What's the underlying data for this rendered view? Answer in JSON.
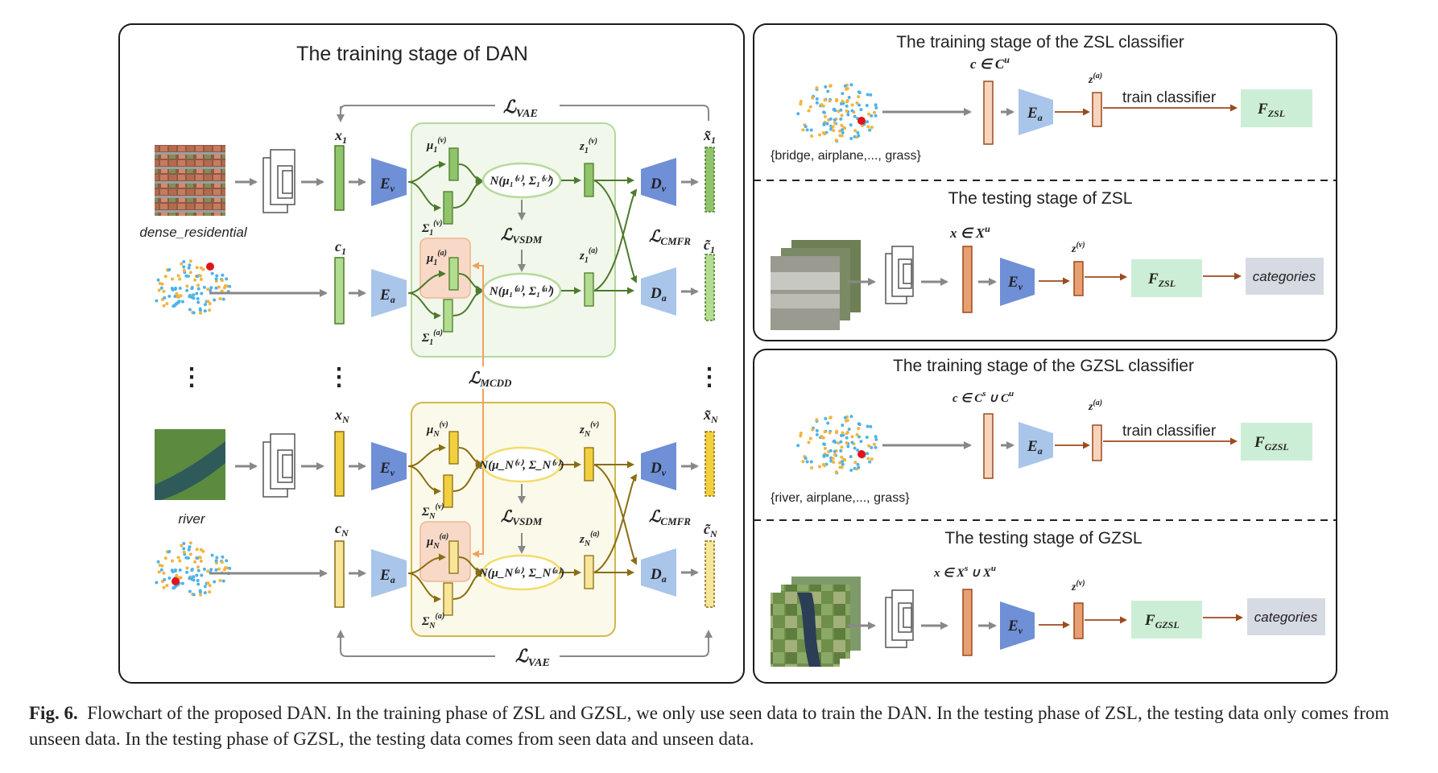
{
  "left_panel": {
    "title": "The training stage of  DAN",
    "loss_vae_top": "ℒ",
    "loss_vae_top_sub": "VAE",
    "loss_vae_bottom": "ℒ",
    "loss_vae_bottom_sub": "VAE",
    "loss_mcdd": "ℒ",
    "loss_mcdd_sub": "MCDD",
    "loss_vsdm": "ℒ",
    "loss_vsdm_sub": "VSDM",
    "loss_cmfr": "ℒ",
    "loss_cmfr_sub": "CMFR",
    "label_dense": "dense_residential",
    "label_river": "river",
    "enc_v": "E",
    "enc_v_sub": "v",
    "enc_a": "E",
    "enc_a_sub": "a",
    "dec_v": "D",
    "dec_v_sub": "v",
    "dec_a": "D",
    "dec_a_sub": "a",
    "x1": "x",
    "x1_sub": "1",
    "c1": "c",
    "c1_sub": "1",
    "xN": "x",
    "xN_sub": "N",
    "cN": "c",
    "cN_sub": "N",
    "x1_hat": "x̃",
    "c1_hat": "c̃",
    "xN_hat": "x̃",
    "cN_hat": "c̃",
    "mu_v": "μ",
    "mu_a": "μ",
    "sigma": "Σ",
    "z": "z",
    "normal": "N",
    "vdots": "⋮"
  },
  "zsl_panel": {
    "train_title": "The training stage of the ZSL classifier",
    "train_input_label": "c ∈ C",
    "train_input_sup": "u",
    "z_label": "z",
    "z_sup_a": "(a)",
    "z_sup_v": "(v)",
    "train_classifier": "train classifier",
    "f_label": "F",
    "f_sub": "ZSL",
    "classes": "{bridge, airplane,..., grass}",
    "test_title": "The testing stage of ZSL",
    "test_input_label": "x ∈ X",
    "test_input_sup": "u",
    "categories": "categories"
  },
  "gzsl_panel": {
    "train_title": "The training stage of the GZSL classifier",
    "train_input_label": "c ∈ C",
    "train_input_sup1": "s",
    "train_input_mid": " ∪ C",
    "train_input_sup2": "u",
    "train_classifier": "train classifier",
    "f_label": "F",
    "f_sub": "GZSL",
    "classes": "{river, airplane,..., grass}",
    "test_title": "The testing stage of GZSL",
    "test_input_label": "x ∈ X",
    "test_input_sup1": "s",
    "test_input_mid": " ∪ X",
    "test_input_sup2": "u",
    "categories": "categories"
  },
  "caption": {
    "label": "Fig. 6.",
    "text": "Flowchart of the proposed DAN. In the training phase of ZSL and GZSL, we only use seen data to train the DAN. In the testing phase of ZSL, the testing data only comes from unseen data. In the testing phase of GZSL, the testing data comes from seen data and unseen data."
  },
  "colors": {
    "green_bar": "#8fc46a",
    "yellow_bar": "#f2cf3e",
    "light_yellow_bar": "#f7e59a",
    "enc_v": "#6f8fd6",
    "enc_a": "#a9c5ea",
    "orange_bar": "#e8a070",
    "light_orange_bar": "#f6c9a8",
    "f_box": "#cdeed6",
    "categories_box": "#d6dae2"
  }
}
